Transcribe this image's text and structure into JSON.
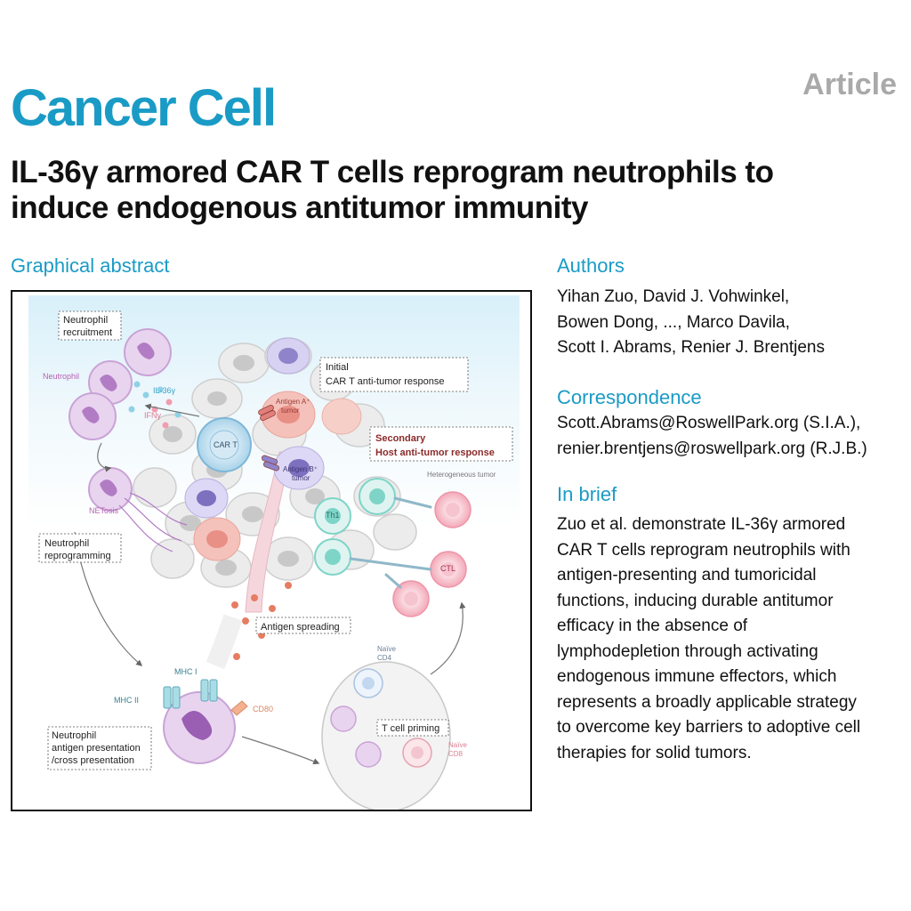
{
  "header": {
    "journal": "Cancer Cell",
    "type": "Article",
    "title_line1": "IL-36γ armored CAR T cells reprogram neutrophils to",
    "title_line2": "induce endogenous antitumor immunity"
  },
  "graphical_abstract": {
    "heading": "Graphical abstract",
    "labels": {
      "neutrophil_recruitment_1": "Neutrophil",
      "neutrophil_recruitment_2": "recruitment",
      "neutrophil": "Neutrophil",
      "il36": "IL-36γ",
      "ifn": "IFNγ",
      "initial_1": "Initial",
      "initial_2": "CAR T anti-tumor response",
      "antigen_a_1": "Antigen A⁺",
      "antigen_a_2": "tumor",
      "car_t": "CAR T",
      "antigen_b_1": "Antigen B⁺",
      "antigen_b_2": "tumor",
      "secondary_1": "Secondary",
      "secondary_2": "Host anti-tumor response",
      "heterogeneous": "Heterogeneous tumor",
      "netosis": "NETosis",
      "th1": "Th1",
      "reprogramming_1": "Neutrophil",
      "reprogramming_2": "reprogramming",
      "ctl": "CTL",
      "antigen_spreading": "Antigen spreading",
      "naive_cd4_1": "Naïve",
      "naive_cd4_2": "CD4",
      "mhc1": "MHC I",
      "mhc2": "MHC II",
      "cd80": "CD80",
      "t_cell_priming": "T cell priming",
      "naive_cd8_1": "Naïve",
      "naive_cd8_2": "CD8",
      "presentation_1": "Neutrophil",
      "presentation_2": "antigen presentation",
      "presentation_3": "/cross presentation"
    }
  },
  "authors": {
    "heading": "Authors",
    "line1": "Yihan Zuo, David J. Vohwinkel,",
    "line2": "Bowen Dong, ..., Marco Davila,",
    "line3": "Scott I. Abrams, Renier J. Brentjens"
  },
  "correspondence": {
    "heading": "Correspondence",
    "line1": "Scott.Abrams@RoswellPark.org (S.I.A.),",
    "line2": "renier.brentjens@roswellpark.org (R.J.B.)"
  },
  "in_brief": {
    "heading": "In brief",
    "lines": [
      "Zuo et al. demonstrate IL-36γ armored",
      "CAR T cells reprogram neutrophils with",
      "antigen-presenting and tumoricidal",
      "functions, inducing durable antitumor",
      "efficacy in the absence of",
      "lymphodepletion through activating",
      "endogenous immune effectors, which",
      "represents a broadly applicable strategy",
      "to overcome key barriers to adoptive cell",
      "therapies for solid tumors."
    ]
  },
  "colors": {
    "brand": "#1a9bc6",
    "article_tag": "#a9a9a9",
    "neutrophil": "#c9a3d6",
    "tumor_red": "#e88f86",
    "teal": "#7fd4c8"
  }
}
